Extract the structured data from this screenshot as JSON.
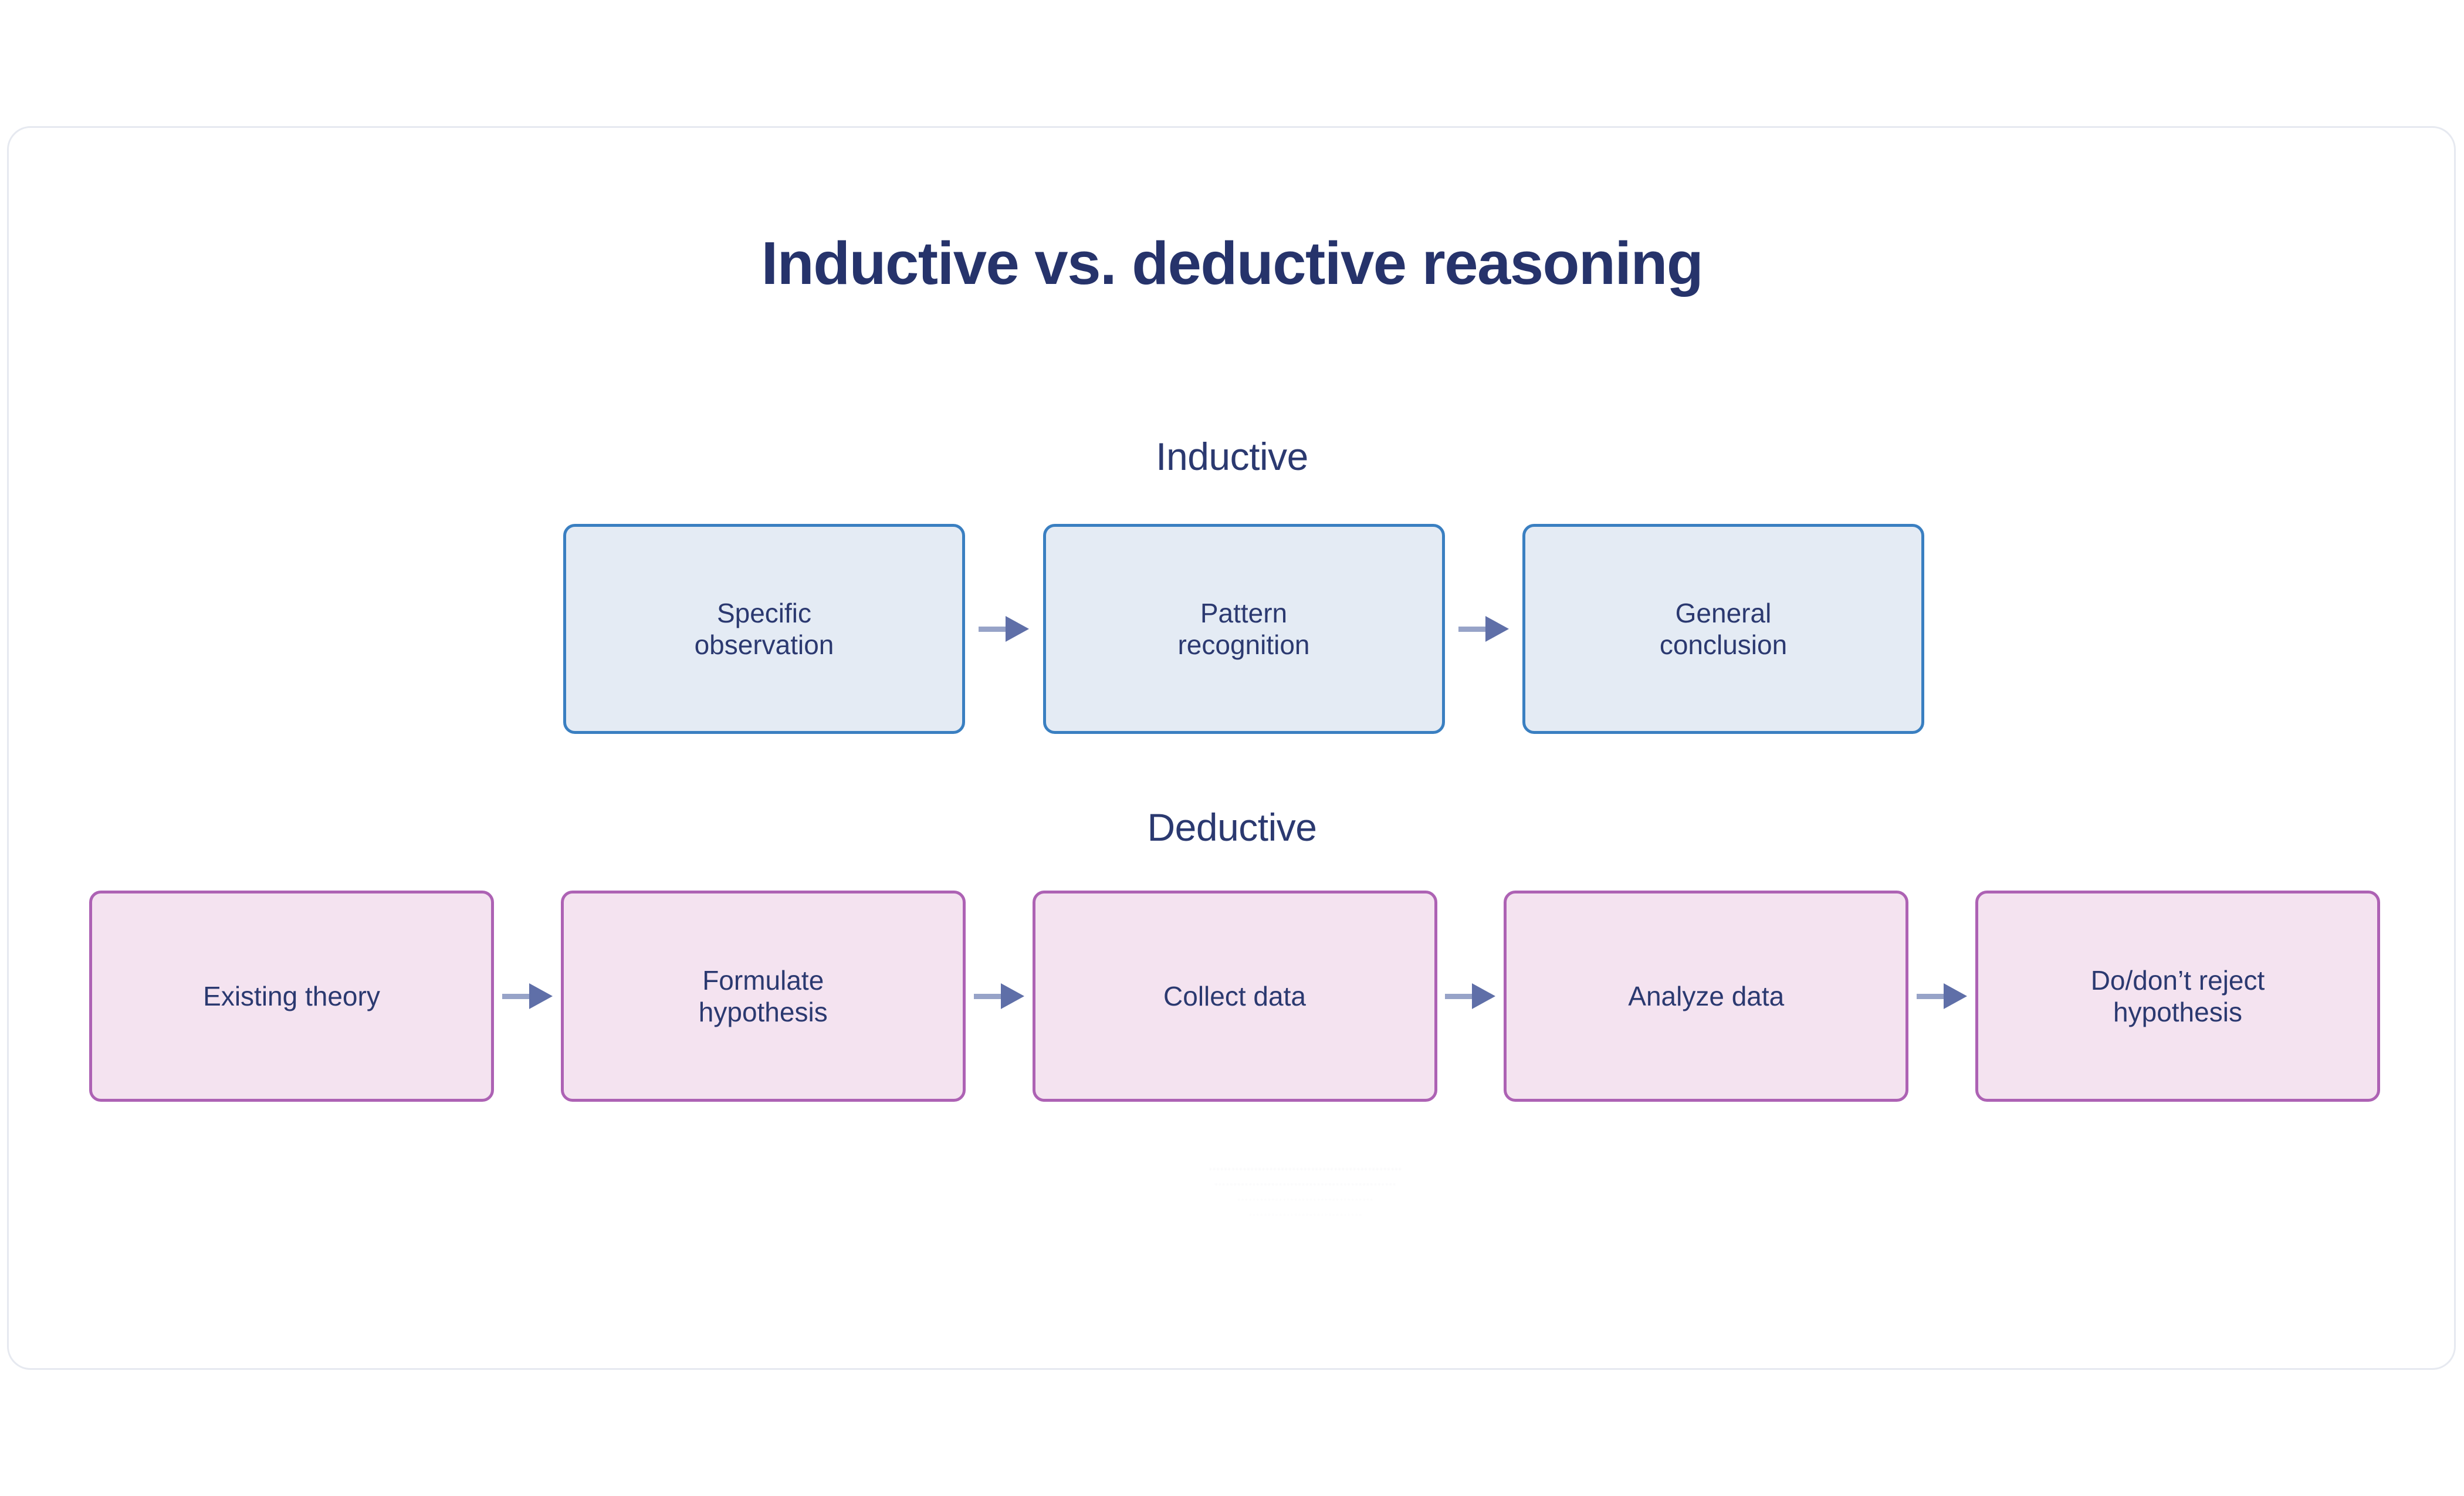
{
  "page": {
    "background_color": "#ffffff",
    "card_border_color": "#e6e9f0"
  },
  "title": "Inductive vs. deductive reasoning",
  "colors": {
    "title_navy": "#26336b",
    "text_navy": "#2b3970",
    "inductive_fill": "#e4ebf4",
    "inductive_border": "#3a7fc1",
    "deductive_fill": "#f4e3f0",
    "deductive_border": "#ad62b4",
    "arrow_head": "#5f6fa8",
    "arrow_shaft": "#97a3c8"
  },
  "sections": [
    {
      "id": "inductive",
      "label": "Inductive",
      "style": "blue",
      "nodes": [
        {
          "label": "Specific\nobservation"
        },
        {
          "label": "Pattern\nrecognition"
        },
        {
          "label": "General\nconclusion"
        }
      ]
    },
    {
      "id": "deductive",
      "label": "Deductive",
      "style": "pink",
      "nodes": [
        {
          "label": "Existing theory"
        },
        {
          "label": "Formulate\nhypothesis"
        },
        {
          "label": "Collect data"
        },
        {
          "label": "Analyze data"
        },
        {
          "label": "Do/don’t reject\nhypothesis"
        }
      ]
    }
  ],
  "arrow_icon": "arrow-right-icon",
  "bottom_artifact": {
    "legible": false,
    "lines": [
      "……………………………………………",
      "…………………………………………",
      "………………………………",
      "…………………………"
    ]
  }
}
